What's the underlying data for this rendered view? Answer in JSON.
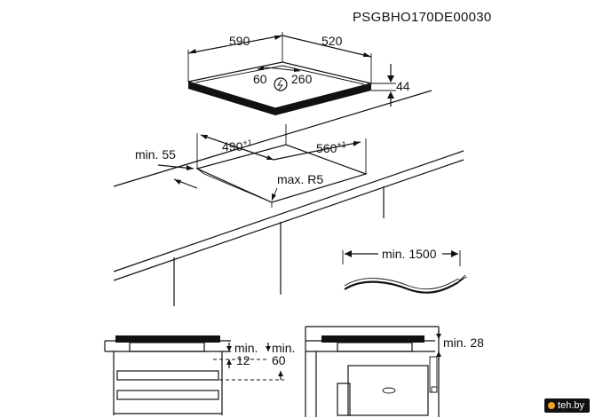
{
  "diagram": {
    "code": "PSGBHO170DE00030",
    "hob": {
      "width": "590",
      "depth": "520",
      "height": "44",
      "cable_a": "60",
      "cable_b": "260"
    },
    "cutout": {
      "width": "490",
      "width_tol": "+1",
      "depth": "560",
      "depth_tol": "+1",
      "radius": "max. R5",
      "edge_min": "min. 55"
    },
    "cable": {
      "length": "min. 1500"
    },
    "side_view_left": {
      "gap_top_a": "min.",
      "gap_top_b": "12",
      "gap_bottom_a": "min.",
      "gap_bottom_b": "60"
    },
    "side_view_right": {
      "gap": "min. 28"
    }
  },
  "watermark": {
    "text": "teh.by"
  }
}
